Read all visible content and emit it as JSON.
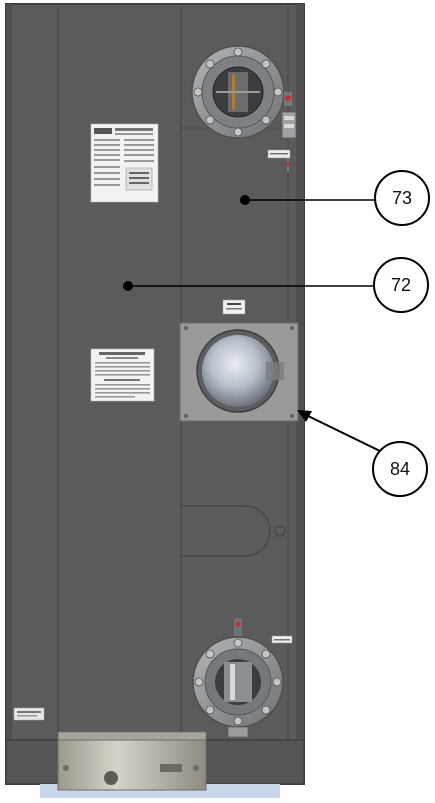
{
  "callouts": [
    {
      "id": "73",
      "label": "73"
    },
    {
      "id": "72",
      "label": "72"
    },
    {
      "id": "84",
      "label": "84"
    }
  ],
  "colors": {
    "cabinet": "#5b5b5b",
    "cabinet_edge": "#3e3e3e",
    "panel_line": "#474747",
    "label_plate": "#f2f2f2",
    "flange": "#8f9294",
    "port_plate": "#9a9a98",
    "base_plate": "#b9b5ad"
  },
  "components": {
    "top_port": "flanged-nozzle",
    "side_window": "square-viewport",
    "bottom_port": "flanged-nozzle"
  }
}
